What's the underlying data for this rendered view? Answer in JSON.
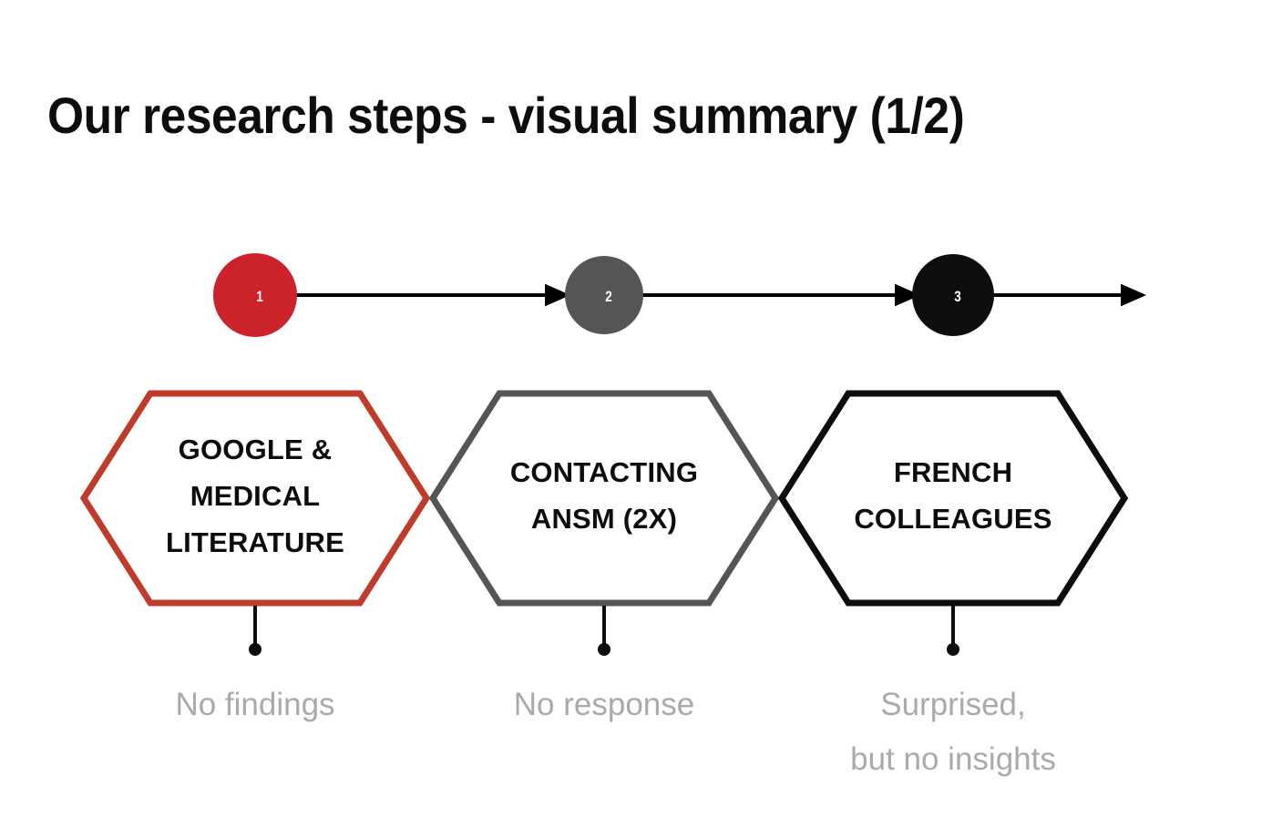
{
  "slide": {
    "title": "Our research steps - visual summary (1/2)",
    "background_color": "#ffffff"
  },
  "colors": {
    "step1_red": "#cc2229",
    "hex1_red": "#bf3c2a",
    "step2_gray": "#555555",
    "step3_black": "#0d0d0d",
    "caption_gray": "#aaaaaa",
    "title_black": "#0d0d0d"
  },
  "timeline": {
    "arrow_color": "#000000",
    "steps": [
      {
        "number": "1",
        "circle_color": "#cc2229",
        "number_color": "#ffffff"
      },
      {
        "number": "2",
        "circle_color": "#555555",
        "number_color": "#ffffff"
      },
      {
        "number": "3",
        "circle_color": "#0d0d0d",
        "number_color": "#ffffff"
      }
    ]
  },
  "stages": [
    {
      "id": "google-medical-literature",
      "label_lines": [
        "GOOGLE &",
        "MEDICAL",
        "LITERATURE"
      ],
      "label": "GOOGLE & MEDICAL LITERATURE",
      "outline_color": "#bf3c2a",
      "outcome_lines": [
        "No findings"
      ],
      "outcome": "No findings"
    },
    {
      "id": "contacting-ansm",
      "label_lines": [
        "CONTACTING",
        "ANSM (2X)"
      ],
      "label": "CONTACTING ANSM (2X)",
      "outline_color": "#555555",
      "outcome_lines": [
        "No response"
      ],
      "outcome": "No response"
    },
    {
      "id": "french-colleagues",
      "label_lines": [
        "FRENCH",
        "COLLEAGUES"
      ],
      "label": "FRENCH COLLEAGUES",
      "outline_color": "#0d0d0d",
      "outcome_lines": [
        "Surprised,",
        "but no insights"
      ],
      "outcome": "Surprised, but no insights"
    }
  ]
}
